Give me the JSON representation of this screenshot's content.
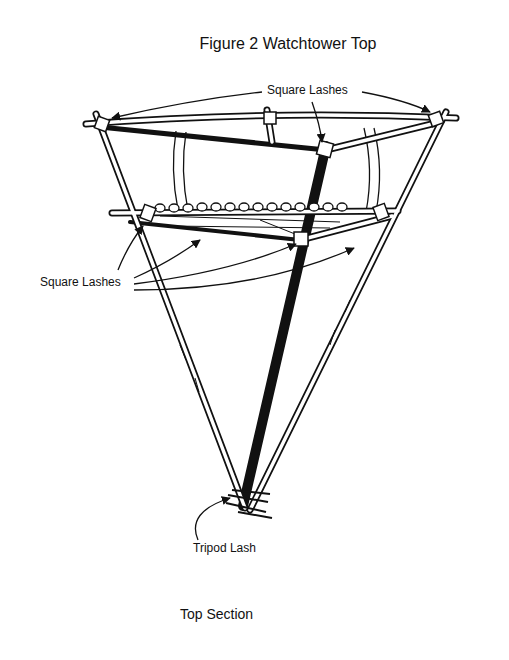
{
  "diagram": {
    "title": "Figure 2 Watchtower Top",
    "caption": "Top Section",
    "labels": [
      "Square Lashes",
      "Square Lashes",
      "Tripod Lash"
    ]
  }
}
